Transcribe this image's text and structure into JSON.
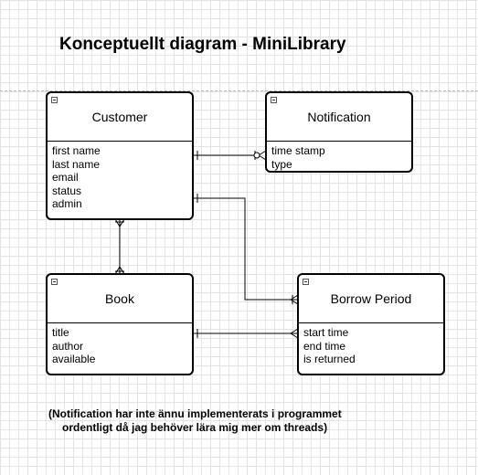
{
  "title": "Konceptuellt diagram - MiniLibrary",
  "entities": {
    "customer": {
      "name": "Customer",
      "attributes": [
        "first name",
        "last name",
        "email",
        "status",
        "admin"
      ]
    },
    "notification": {
      "name": "Notification",
      "attributes": [
        "time stamp",
        "type"
      ]
    },
    "book": {
      "name": "Book",
      "attributes": [
        "title",
        "author",
        "available"
      ]
    },
    "borrow_period": {
      "name": "Borrow Period",
      "attributes": [
        "start time",
        "end time",
        "is returned"
      ]
    }
  },
  "relationships": [
    {
      "from": "Customer",
      "to": "Notification",
      "from_end": "one",
      "to_end": "zero-or-many"
    },
    {
      "from": "Customer",
      "to": "Borrow Period",
      "from_end": "one",
      "to_end": "many"
    },
    {
      "from": "Customer",
      "to": "Book",
      "from_end": "one-or-many",
      "to_end": "one-or-many"
    },
    {
      "from": "Book",
      "to": "Borrow Period",
      "from_end": "one",
      "to_end": "many"
    }
  ],
  "note": {
    "line1": "(Notification har inte ännu implementerats i programmet",
    "line2": "ordentligt  då jag behöver lära mig mer om threads)"
  }
}
